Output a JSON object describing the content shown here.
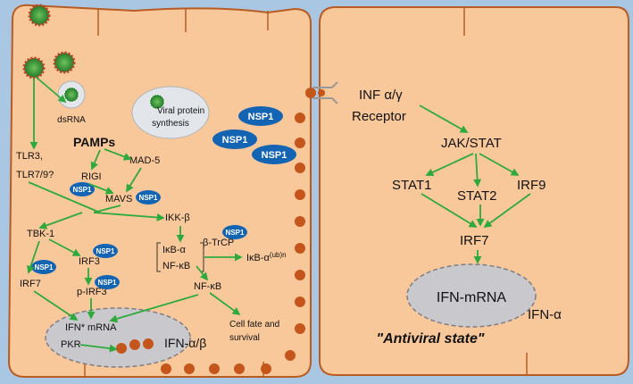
{
  "colors": {
    "background": "#a9c7e3",
    "cell_fill": "#f9c89a",
    "cell_stroke": "#b85c23",
    "arrow": "#2eaa3c",
    "nsp1_fill": "#1464b4",
    "dot": "#c4561c",
    "nucleus_fill": "#c9c9cd",
    "virus_green": "#2f8d34",
    "virus_red": "#c43c23"
  },
  "left_cell": {
    "dsrna": "dsRNA",
    "viral_protein": [
      "Viral protein",
      "synthesis"
    ],
    "pamps": "PAMPs",
    "tlr": [
      "TLR3,",
      "TLR7/9?"
    ],
    "rigi": "RIGI",
    "mad5": "MAD-5",
    "mavs": "MAVS",
    "tbk1": "TBK-1",
    "ikkb": "IKK-β",
    "irf3": "IRF3",
    "ikba": "IκB-α",
    "nfkb_complex": "NF-κB",
    "btrcp": "β-TrCP",
    "ikba_ub": "IκB-α",
    "ikba_ub_sup": "(ub)n",
    "irf7": "IRF7",
    "pirf3": "p-IRF3",
    "nfkb": "NF-κB",
    "ifn_mrna": "IFN* mRNA",
    "pkr": "PKR",
    "ifn_ab": "IFN-α/β",
    "cell_fate": [
      "Cell fate and",
      "survival"
    ],
    "nsp1": "NSP1"
  },
  "right_cell": {
    "receptor": [
      "INF α/γ",
      "Receptor"
    ],
    "jakstat": "JAK/STAT",
    "stat1": "STAT1",
    "stat2": "STAT2",
    "irf9": "IRF9",
    "irf7": "IRF7",
    "ifn_mrna": "IFN-mRNA",
    "ifn_a": "IFN-α",
    "antiviral": "\"Antiviral state\""
  }
}
